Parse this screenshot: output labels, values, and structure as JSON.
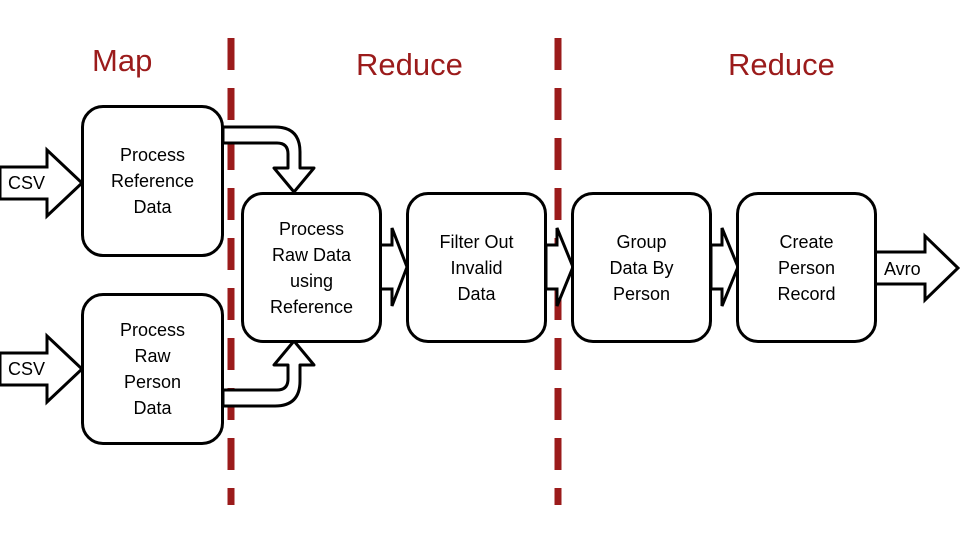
{
  "colors": {
    "phase": "#9b1b1b",
    "stroke": "#000000",
    "background": "#ffffff"
  },
  "phases": {
    "map": "Map",
    "reduce1": "Reduce",
    "reduce2": "Reduce"
  },
  "nodes": {
    "process_reference": "Process\nReference\nData",
    "process_raw_person": "Process\nRaw\nPerson\nData",
    "process_raw_using_reference": "Process\nRaw Data\nusing\nReference",
    "filter_invalid": "Filter Out\nInvalid\nData",
    "group_by_person": "Group\nData By\nPerson",
    "create_person_record": "Create\nPerson\nRecord"
  },
  "inputs": {
    "top": "CSV",
    "bottom": "CSV"
  },
  "output": "Avro"
}
